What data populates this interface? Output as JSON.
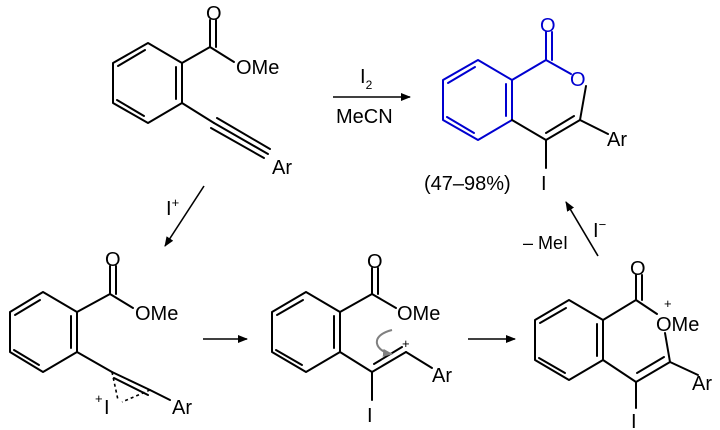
{
  "reaction": {
    "reagent_top": "I",
    "reagent_top_sub": "2",
    "solvent": "MeCN",
    "yield": "(47–98%)",
    "electrophile": "I",
    "electrophile_charge": "+",
    "loss_label": "– MeI",
    "iodide": "I",
    "iodide_charge": "−"
  },
  "atoms": {
    "O": "O",
    "OMe": "OMe",
    "Ar": "Ar",
    "I": "I",
    "plus": "+"
  },
  "colors": {
    "product": "#0000d0",
    "bonds": "#000000",
    "curved_arrow": "#808080"
  }
}
